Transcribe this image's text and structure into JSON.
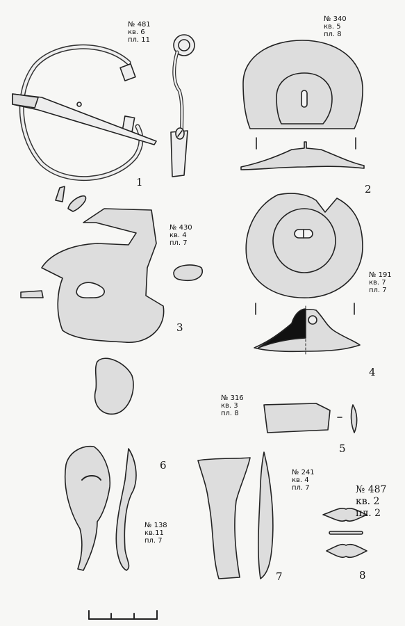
{
  "figures": [
    {
      "num": "1",
      "lines": [
        "№ 481",
        "кв. 6",
        "пл. 11"
      ]
    },
    {
      "num": "2",
      "lines": [
        "№ 340",
        "кв. 5",
        "пл. 8"
      ]
    },
    {
      "num": "3",
      "lines": [
        "№ 430",
        "кв. 4",
        "пл. 7"
      ]
    },
    {
      "num": "4",
      "lines": [
        "№ 191",
        "кв. 7",
        "пл. 7"
      ]
    },
    {
      "num": "5",
      "lines": [
        "№ 316",
        "кв. 3",
        "пл. 8"
      ]
    },
    {
      "num": "6",
      "lines": [
        "№ 138",
        "кв.11",
        "пл. 7"
      ]
    },
    {
      "num": "7",
      "lines": [
        "№ 241",
        "кв. 4",
        "пл. 7"
      ]
    },
    {
      "num": "8",
      "lines": [
        "№ 487",
        "кв. 2",
        "пл. 2"
      ]
    }
  ]
}
